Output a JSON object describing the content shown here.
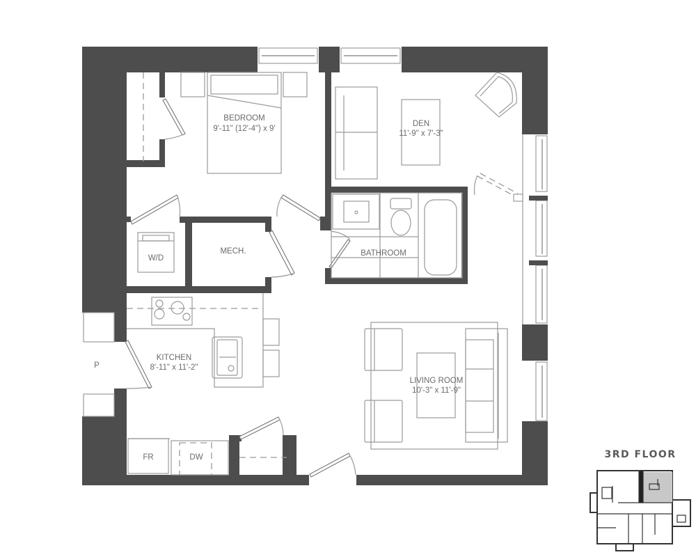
{
  "floor_plan": {
    "rooms": {
      "bedroom": {
        "name": "BEDROOM",
        "dims": "9'-11\" (12'-4\") x 9'"
      },
      "den": {
        "name": "DEN",
        "dims": "11'-9\" x 7'-3\""
      },
      "bathroom": {
        "name": "BATHROOM"
      },
      "mech": {
        "name": "MECH."
      },
      "washer_dryer": {
        "name": "W/D"
      },
      "kitchen": {
        "name": "KITCHEN",
        "dims": "8'-11\" x 11'-2\""
      },
      "living_room": {
        "name": "LIVING ROOM",
        "dims": "10'-3\" x 11'-9\""
      },
      "pantry": {
        "name": "P"
      },
      "fridge": {
        "name": "FR"
      },
      "dishwasher": {
        "name": "DW"
      }
    },
    "colors": {
      "wall": "#4d4d4d",
      "line": "#9a9a9a",
      "highlight": "#c8c8c8"
    }
  },
  "key_plan": {
    "title": "3RD FLOOR"
  }
}
